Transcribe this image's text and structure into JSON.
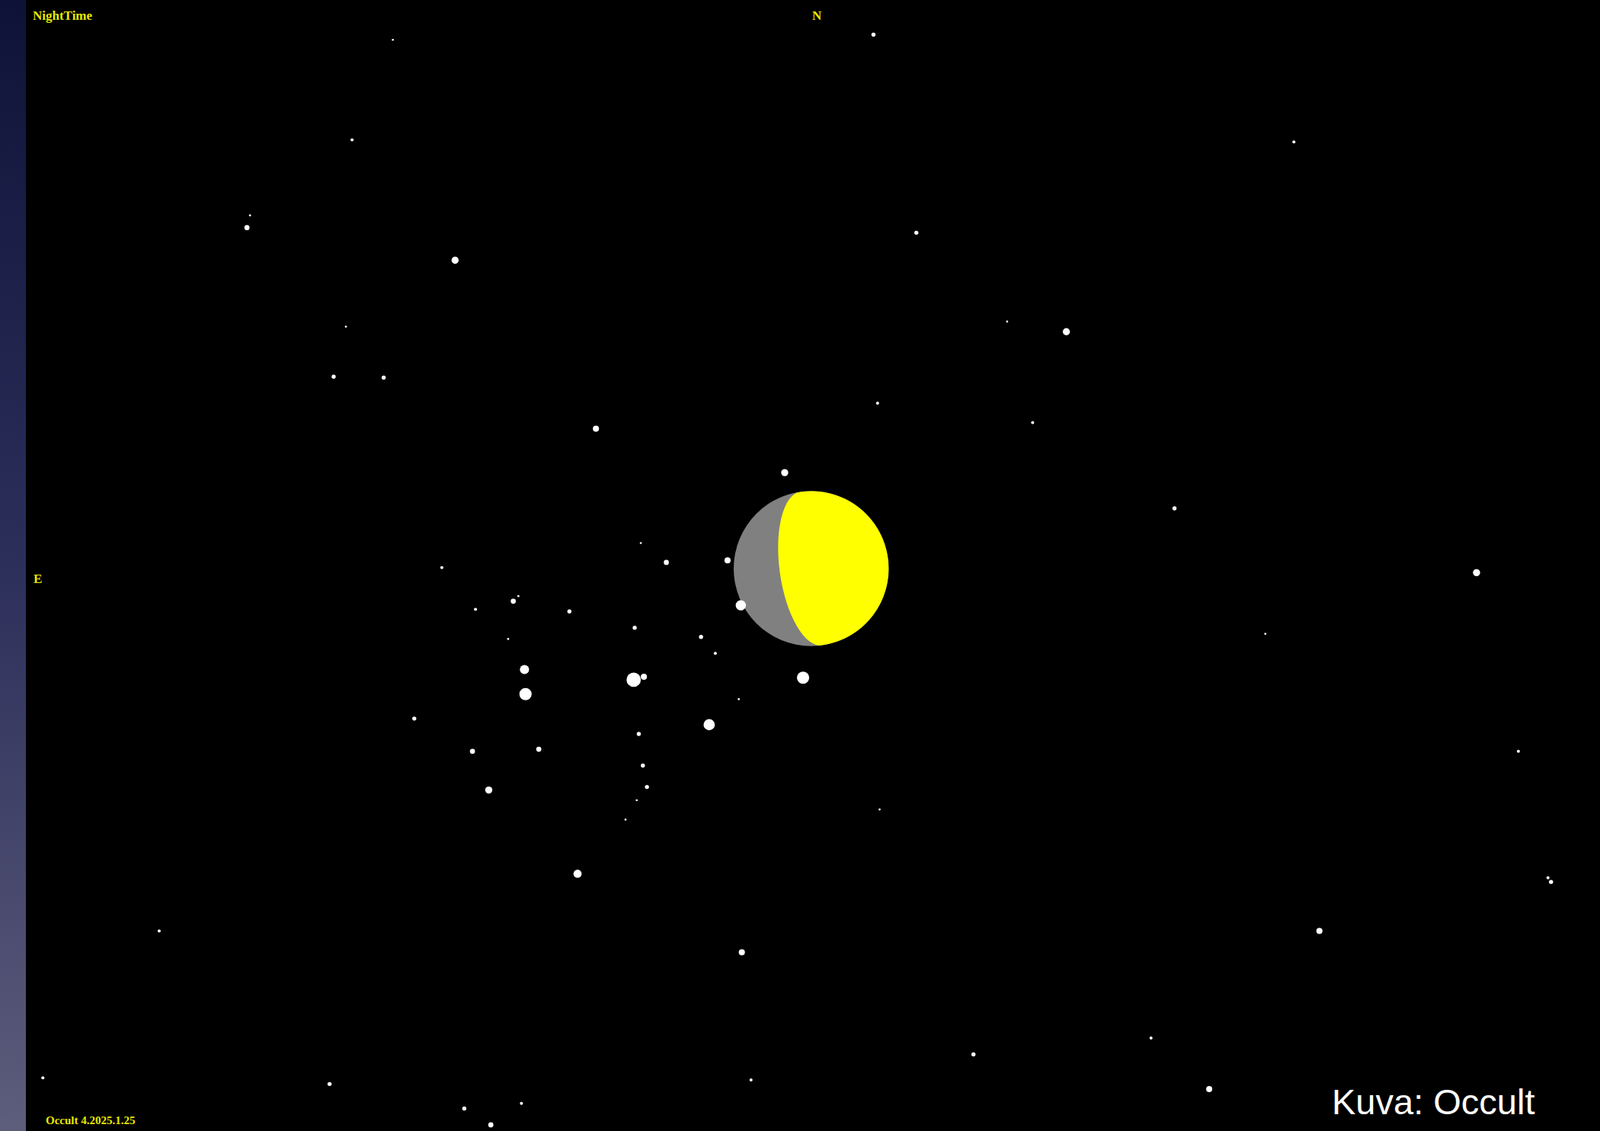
{
  "diagram": {
    "labels": [
      "NightTime",
      "N",
      "E",
      "Occult 4.2025.1.25",
      "Kuva: Occult"
    ]
  }
}
